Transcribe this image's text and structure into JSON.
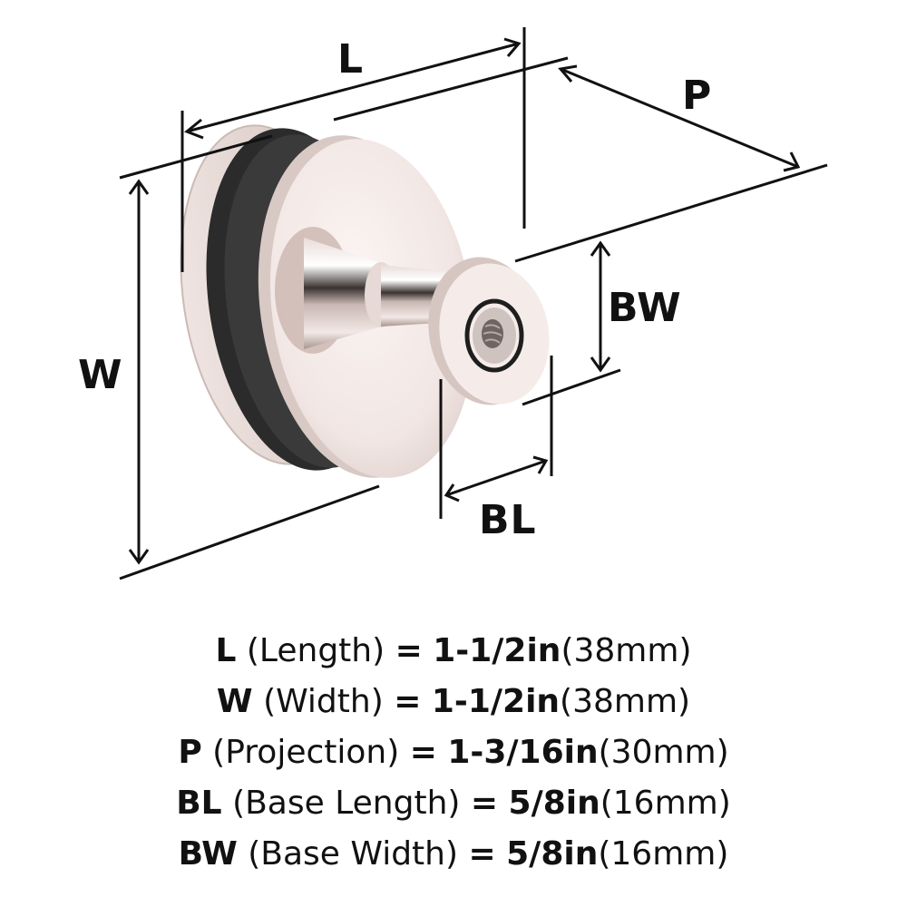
{
  "diagram": {
    "subject": "cabinet knob with black leather band and polished nickel finish",
    "labels": {
      "L": "L",
      "W": "W",
      "P": "P",
      "BL": "BL",
      "BW": "BW"
    },
    "colors": {
      "line": "#111111",
      "metal_light": "#f6eeec",
      "metal_mid": "#e3d6d3",
      "metal_dark": "#8a7f7d",
      "leather": "#2b2b2b",
      "background": "#ffffff"
    }
  },
  "specs": [
    {
      "key": "L",
      "name": "(Length)",
      "eq": "=",
      "imperial": "1-1/2in",
      "metric": "(38mm)"
    },
    {
      "key": "W",
      "name": "(Width)",
      "eq": "=",
      "imperial": "1-1/2in",
      "metric": "(38mm)"
    },
    {
      "key": "P",
      "name": "(Projection)",
      "eq": "=",
      "imperial": "1-3/16in",
      "metric": "(30mm)"
    },
    {
      "key": "BL",
      "name": "(Base Length)",
      "eq": "=",
      "imperial": "5/8in",
      "metric": "(16mm)"
    },
    {
      "key": "BW",
      "name": "(Base Width)",
      "eq": "=",
      "imperial": "5/8in",
      "metric": "(16mm)"
    }
  ]
}
